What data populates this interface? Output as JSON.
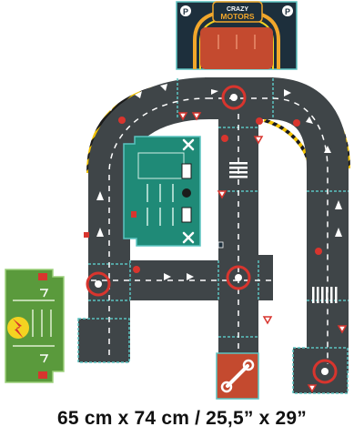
{
  "image": {
    "subject": "road puzzle map",
    "garage": {
      "logo_line1": "CRAZY",
      "logo_line2": "MOTORS",
      "parking_letter": "P"
    },
    "caption": "65 cm x 74 cm / 25,5” x 29”"
  },
  "colors": {
    "road": "#3f4548",
    "road_dark": "#33383b",
    "tile_border": "#5bc4c1",
    "green_lot": "#1f8a77",
    "green_pad": "#5a9a3c",
    "garage_red": "#c44a2f",
    "garage_navy": "#1d2f3c",
    "stripe_yellow": "#f2c200",
    "marker_red": "#d8352e"
  }
}
